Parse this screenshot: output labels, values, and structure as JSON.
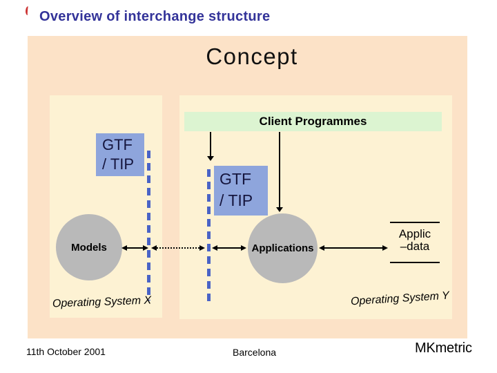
{
  "slide": {
    "title": "Overview of interchange structure",
    "heading": "Concept",
    "client_bar_label": "Client Programmes",
    "left_system": {
      "gtf_box": {
        "line1": "GTF",
        "line2": "/ TIP"
      },
      "circle_label": "Models",
      "os_label": "Operating System X"
    },
    "right_system": {
      "gtf_box": {
        "line1": "GTF",
        "line2": "/ TIP"
      },
      "circle_label": "Applications",
      "data_store": {
        "line1": "Applic",
        "line2": "–data"
      },
      "os_label": "Operating System Y"
    },
    "footer": {
      "date": "11th October 2001",
      "location": "Barcelona",
      "brand": "MKmetric"
    },
    "colors": {
      "title": "#333399",
      "slide_bg": "#fce2c7",
      "panel_bg": "#fdf2d3",
      "client_bar_bg": "#dcf4d1",
      "gtf_box_bg": "#8ea5dc",
      "dashed_line": "#4a63c6",
      "circle_bg": "#b9b9b9",
      "arrow": "#000000",
      "artifact_red": "#cc3333"
    }
  }
}
